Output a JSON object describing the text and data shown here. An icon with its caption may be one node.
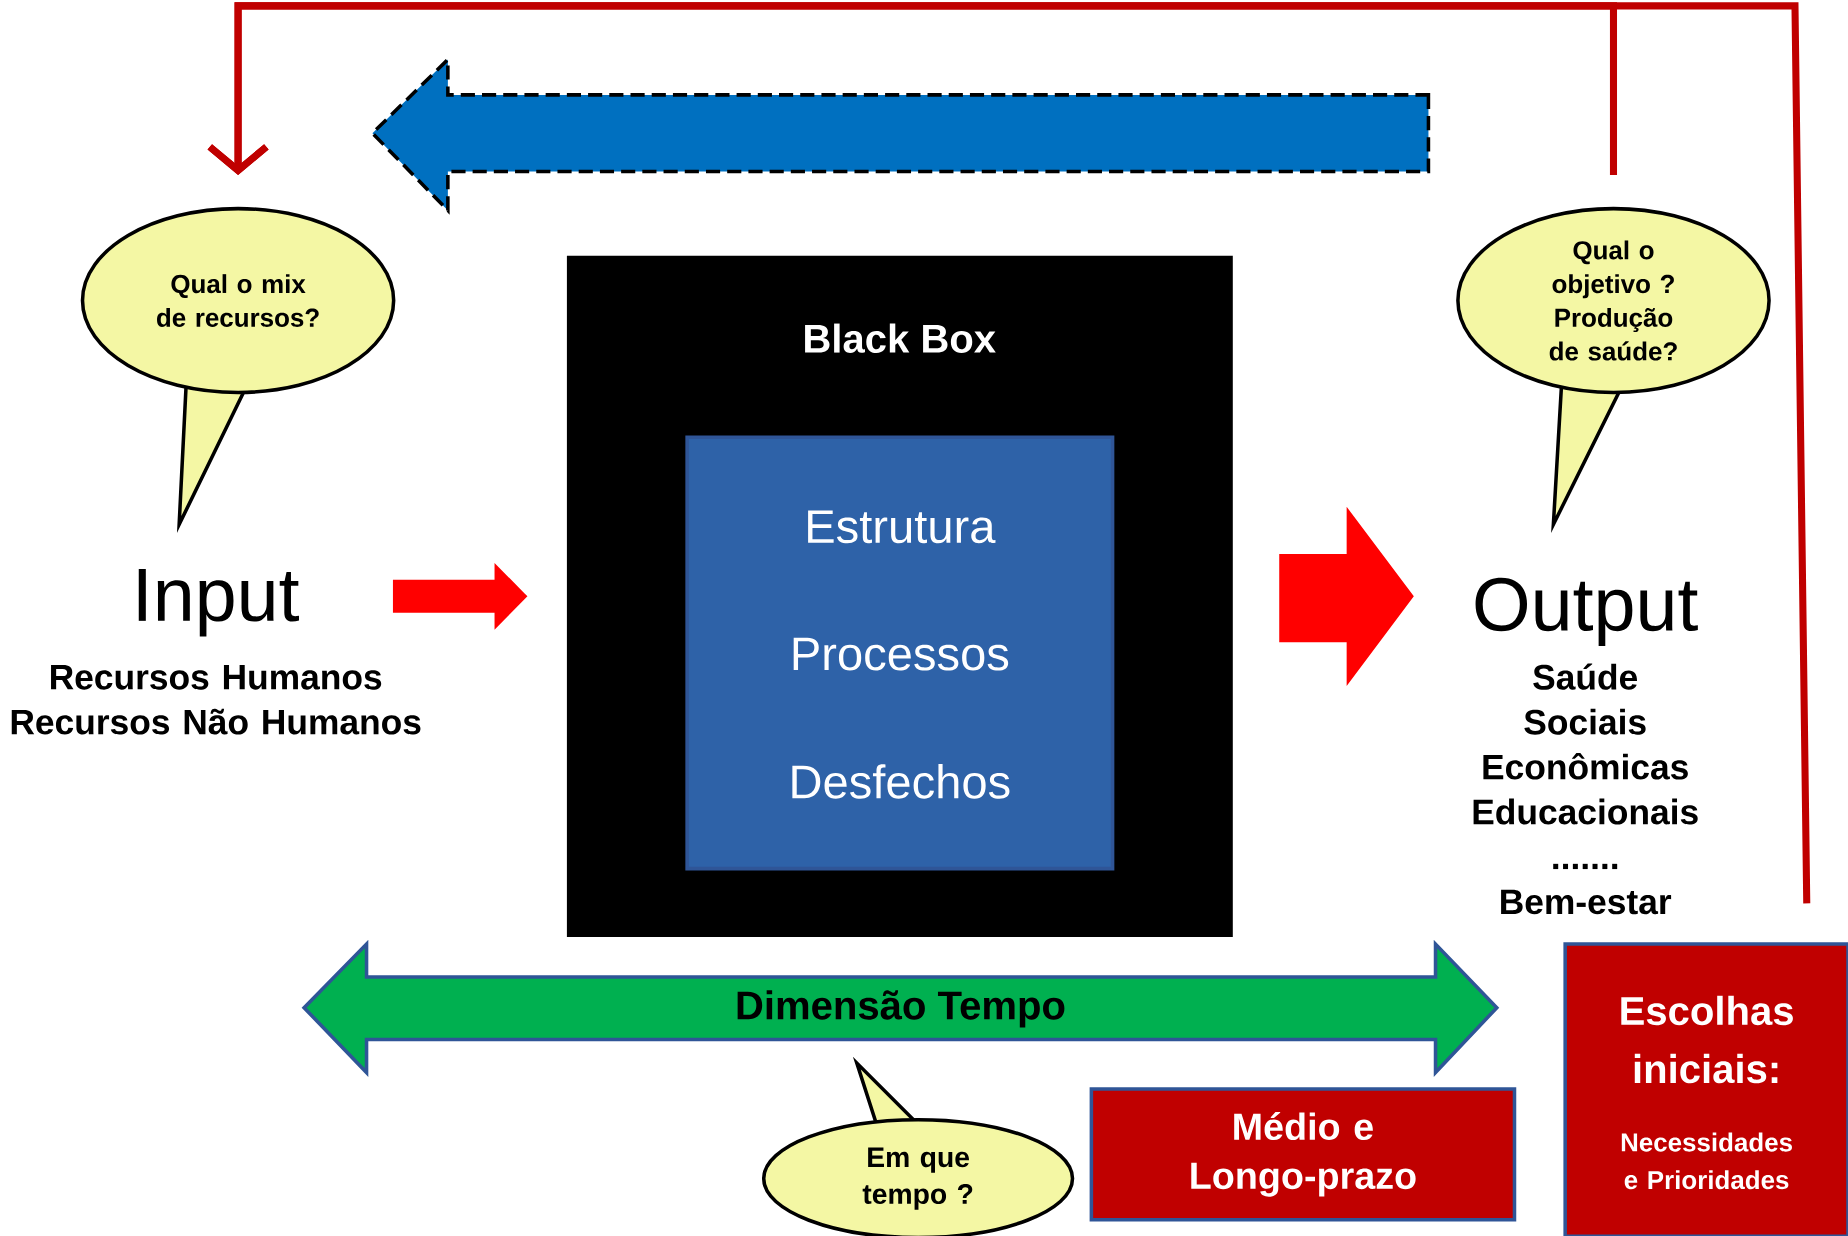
{
  "diagram": {
    "nodes": [
      {
        "text": [
          "Qual o mix de recursos?"
        ]
      },
      {
        "text": [
          "Input",
          "Recursos Humanos",
          "Recursos Não Humanos"
        ]
      },
      {
        "text": [
          "Black Box"
        ]
      },
      {
        "text": [
          "Estrutura",
          "Processos",
          "Desfechos"
        ],
        "in": 2
      },
      {
        "text": [
          "Output",
          "Saúde",
          "Sociais",
          "Econômicas",
          "Educacionais",
          ".......",
          "Bem-estar"
        ]
      },
      {
        "text": [
          "Qual o objetivo ? Produção de saúde?"
        ]
      },
      {
        "text": [
          "Dimensão Tempo"
        ]
      },
      {
        "text": [
          "Em que tempo ?"
        ]
      },
      {
        "text": [
          "Médio e Longo-prazo"
        ]
      },
      {
        "text": [
          "Escolhas iniciais:",
          "Necessidades e Prioridades"
        ]
      }
    ],
    "edges": [
      {
        "from": 1,
        "to": 2,
        "arrow": "to",
        "style": "thick",
        "color": "#ff0000"
      },
      {
        "from": 2,
        "to": 4,
        "arrow": "to",
        "style": "thick",
        "color": "#ff0000"
      },
      {
        "from": 5,
        "to": 0,
        "arrow": "to",
        "style": "dashed",
        "color": "#0070c0"
      },
      {
        "from": 9,
        "to": 0,
        "arrow": "to",
        "color": "#c00000"
      },
      {
        "from": 5,
        "to": 0,
        "arrow": "to",
        "color": "#c00000"
      }
    ]
  }
}
